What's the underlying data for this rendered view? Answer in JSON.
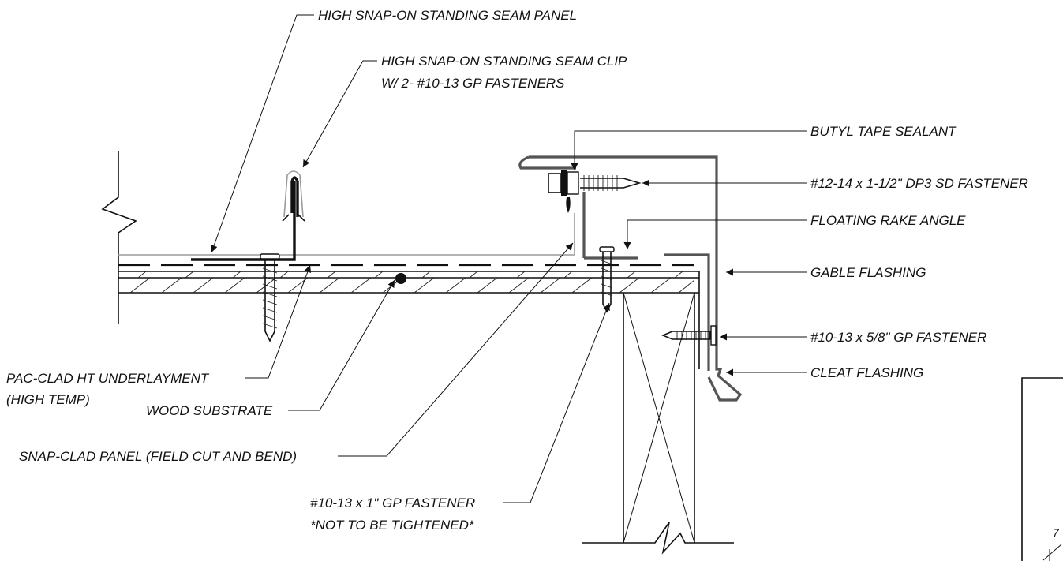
{
  "labels": {
    "high_snap_on_panel": "HIGH SNAP-ON STANDING SEAM PANEL",
    "seam_clip_line1": "HIGH SNAP-ON STANDING SEAM CLIP",
    "seam_clip_line2": "W/ 2-  #10-13 GP FASTENERS",
    "butyl_tape": "BUTYL TAPE SEALANT",
    "dp3_fastener": "#12-14 x 1-1/2\" DP3 SD FASTENER",
    "floating_rake_angle": "FLOATING RAKE ANGLE",
    "gable_flashing": "GABLE FLASHING",
    "gp_fastener_short": "#10-13 x 5/8\"  GP FASTENER",
    "cleat_flashing": "CLEAT FLASHING",
    "underlayment_line1": "PAC-CLAD HT UNDERLAYMENT",
    "underlayment_line2": "(HIGH TEMP)",
    "wood_substrate": "WOOD SUBSTRATE",
    "snap_clad_panel": "SNAP-CLAD PANEL (FIELD CUT AND BEND)",
    "gp_fastener_1in_line1": "#10-13 x 1\" GP FASTENER",
    "gp_fastener_1in_line2": "*NOT TO BE TIGHTENED*",
    "corner_mark": "7"
  }
}
